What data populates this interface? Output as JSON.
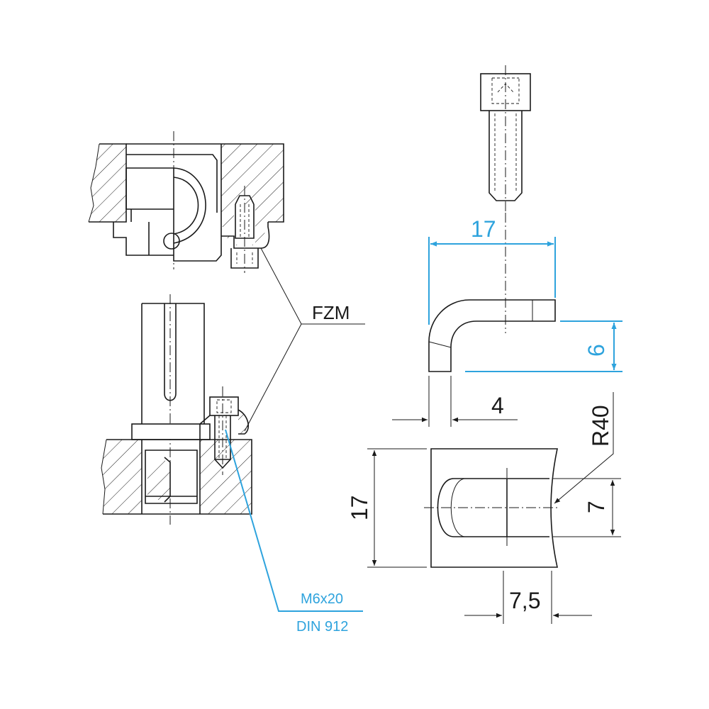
{
  "labels": {
    "part_code": "FZM",
    "screw_size": "M6x20",
    "screw_standard": "DIN 912"
  },
  "dimensions": {
    "top_width": "17",
    "thickness": "6",
    "lip": "4",
    "radius": "R40",
    "height": "17",
    "slot_width": "7",
    "slot_offset": "7,5"
  },
  "colors": {
    "line": "#1a1a1a",
    "dimension_accent": "#2ea3dd",
    "background": "#ffffff"
  }
}
